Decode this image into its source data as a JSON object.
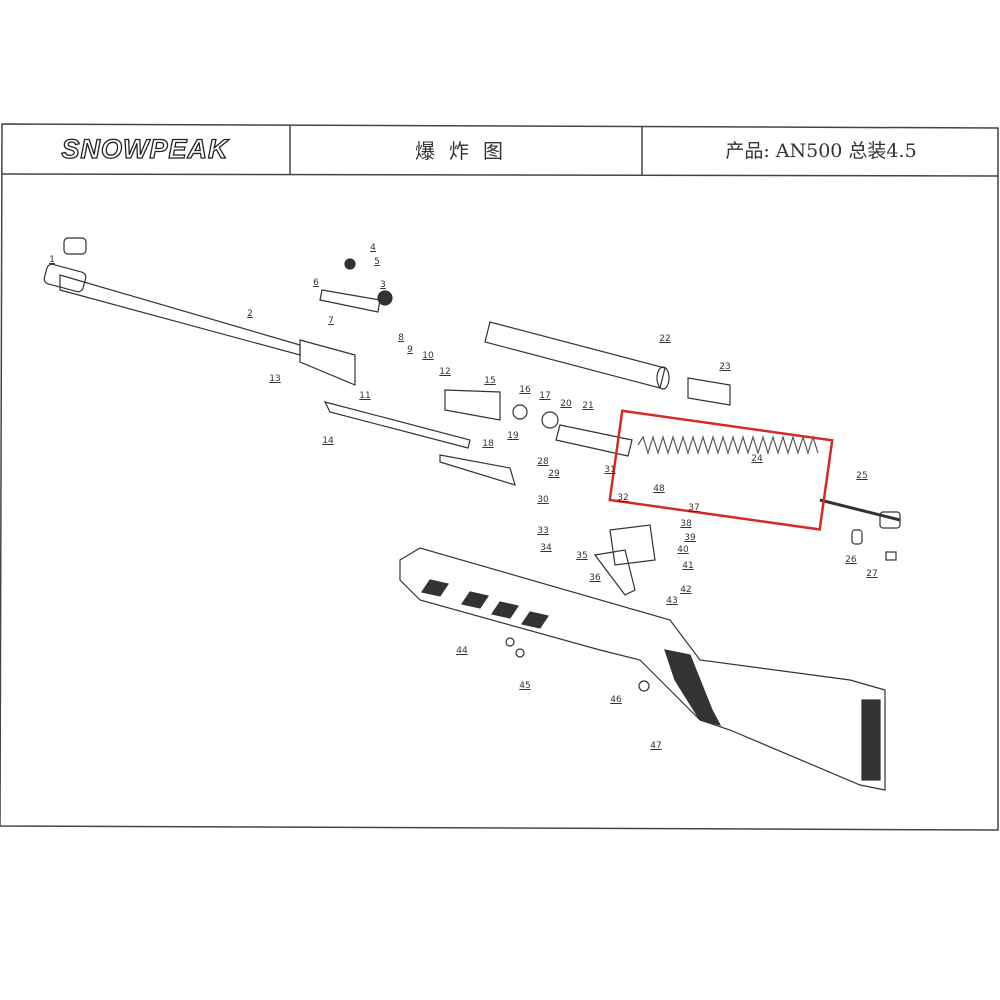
{
  "header": {
    "logo": "SNOWPEAK",
    "title": "爆炸图",
    "product": "产品: AN500 总装4.5"
  },
  "highlight": {
    "part": "24",
    "color": "#d42a2a"
  },
  "part_labels": [
    "1",
    "2",
    "3",
    "4",
    "5",
    "6",
    "7",
    "8",
    "9",
    "10",
    "11",
    "12",
    "13",
    "14",
    "15",
    "16",
    "17",
    "18",
    "19",
    "20",
    "21",
    "22",
    "23",
    "24",
    "25",
    "26",
    "27",
    "28",
    "29",
    "30",
    "31",
    "32",
    "33",
    "34",
    "35",
    "36",
    "37",
    "38",
    "39",
    "40",
    "41",
    "42",
    "43",
    "44",
    "45",
    "46",
    "47",
    "48"
  ]
}
